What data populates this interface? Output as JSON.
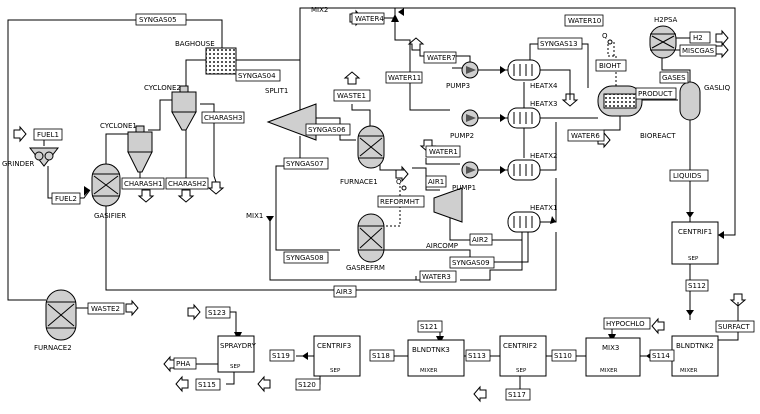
{
  "streams": {
    "syngas05": "SYNGAS05",
    "mix2": "MIX2",
    "water4": "WATER4",
    "water10": "WATER10",
    "h2psa": "H2PSA",
    "h2": "H2",
    "miscgas": "MISCGAS",
    "baghouse": "BAGHOUSE",
    "syngas13": "SYNGAS13",
    "bioht": "BIOHT",
    "gases": "GASES",
    "water7": "WATER7",
    "heatx4": "HEATX4",
    "cyclone2": "CYCLONE2",
    "syngas04": "SYNGAS04",
    "pump3": "PUMP3",
    "product": "PRODUCT",
    "gasliq": "GASLIQ",
    "water11": "WATER11",
    "split1": "SPLIT1",
    "heatx3": "HEATX3",
    "waste1": "WASTE1",
    "cyclone1": "CYCLONE1",
    "charash3": "CHARASH3",
    "syngas06": "SYNGAS06",
    "fuel1": "FUEL1",
    "pump2": "PUMP2",
    "water6": "WATER6",
    "bioreact": "BIOREACT",
    "water1": "WATER1",
    "heatx2": "HEATX2",
    "grinder": "GRINDER",
    "syngas07": "SYNGAS07",
    "furnace1": "FURNACE1",
    "charash1": "CHARASH1",
    "charash2": "CHARASH2",
    "pump1": "PUMP1",
    "liquids": "LIQUIDS",
    "air1": "AIR1",
    "fuel2": "FUEL2",
    "gasifier": "GASIFIER",
    "reformht": "REFORMHT",
    "heatx1": "HEATX1",
    "mix1": "MIX1",
    "aircomp": "AIRCOMP",
    "air2": "AIR2",
    "centrif1": "CENTRIF1",
    "syngas08": "SYNGAS08",
    "syngas09": "SYNGAS09",
    "gasrefrm": "GASREFRM",
    "water3": "WATER3",
    "air3": "AIR3",
    "s112": "S112",
    "waste2": "WASTE2",
    "furnace2": "FURNACE2",
    "s123": "S123",
    "s121": "S121",
    "hypochlo": "HYPOCHLO",
    "surfact": "SURFACT",
    "spraydry": "SPRAYDRY",
    "centrif3": "CENTRIF3",
    "blndtnk3": "BLNDTNK3",
    "centrif2": "CENTRIF2",
    "mix3": "MIX3",
    "blndtnk2": "BLNDTNK2",
    "pha": "PHA",
    "s119": "S119",
    "s118": "S118",
    "s113": "S113",
    "s110": "S110",
    "s114": "S114",
    "s115": "S115",
    "s120": "S120",
    "s117": "S117",
    "q_bioht": "Q",
    "q_reformht": "Q",
    "sep": "SEP",
    "mixer": "MIXER"
  }
}
